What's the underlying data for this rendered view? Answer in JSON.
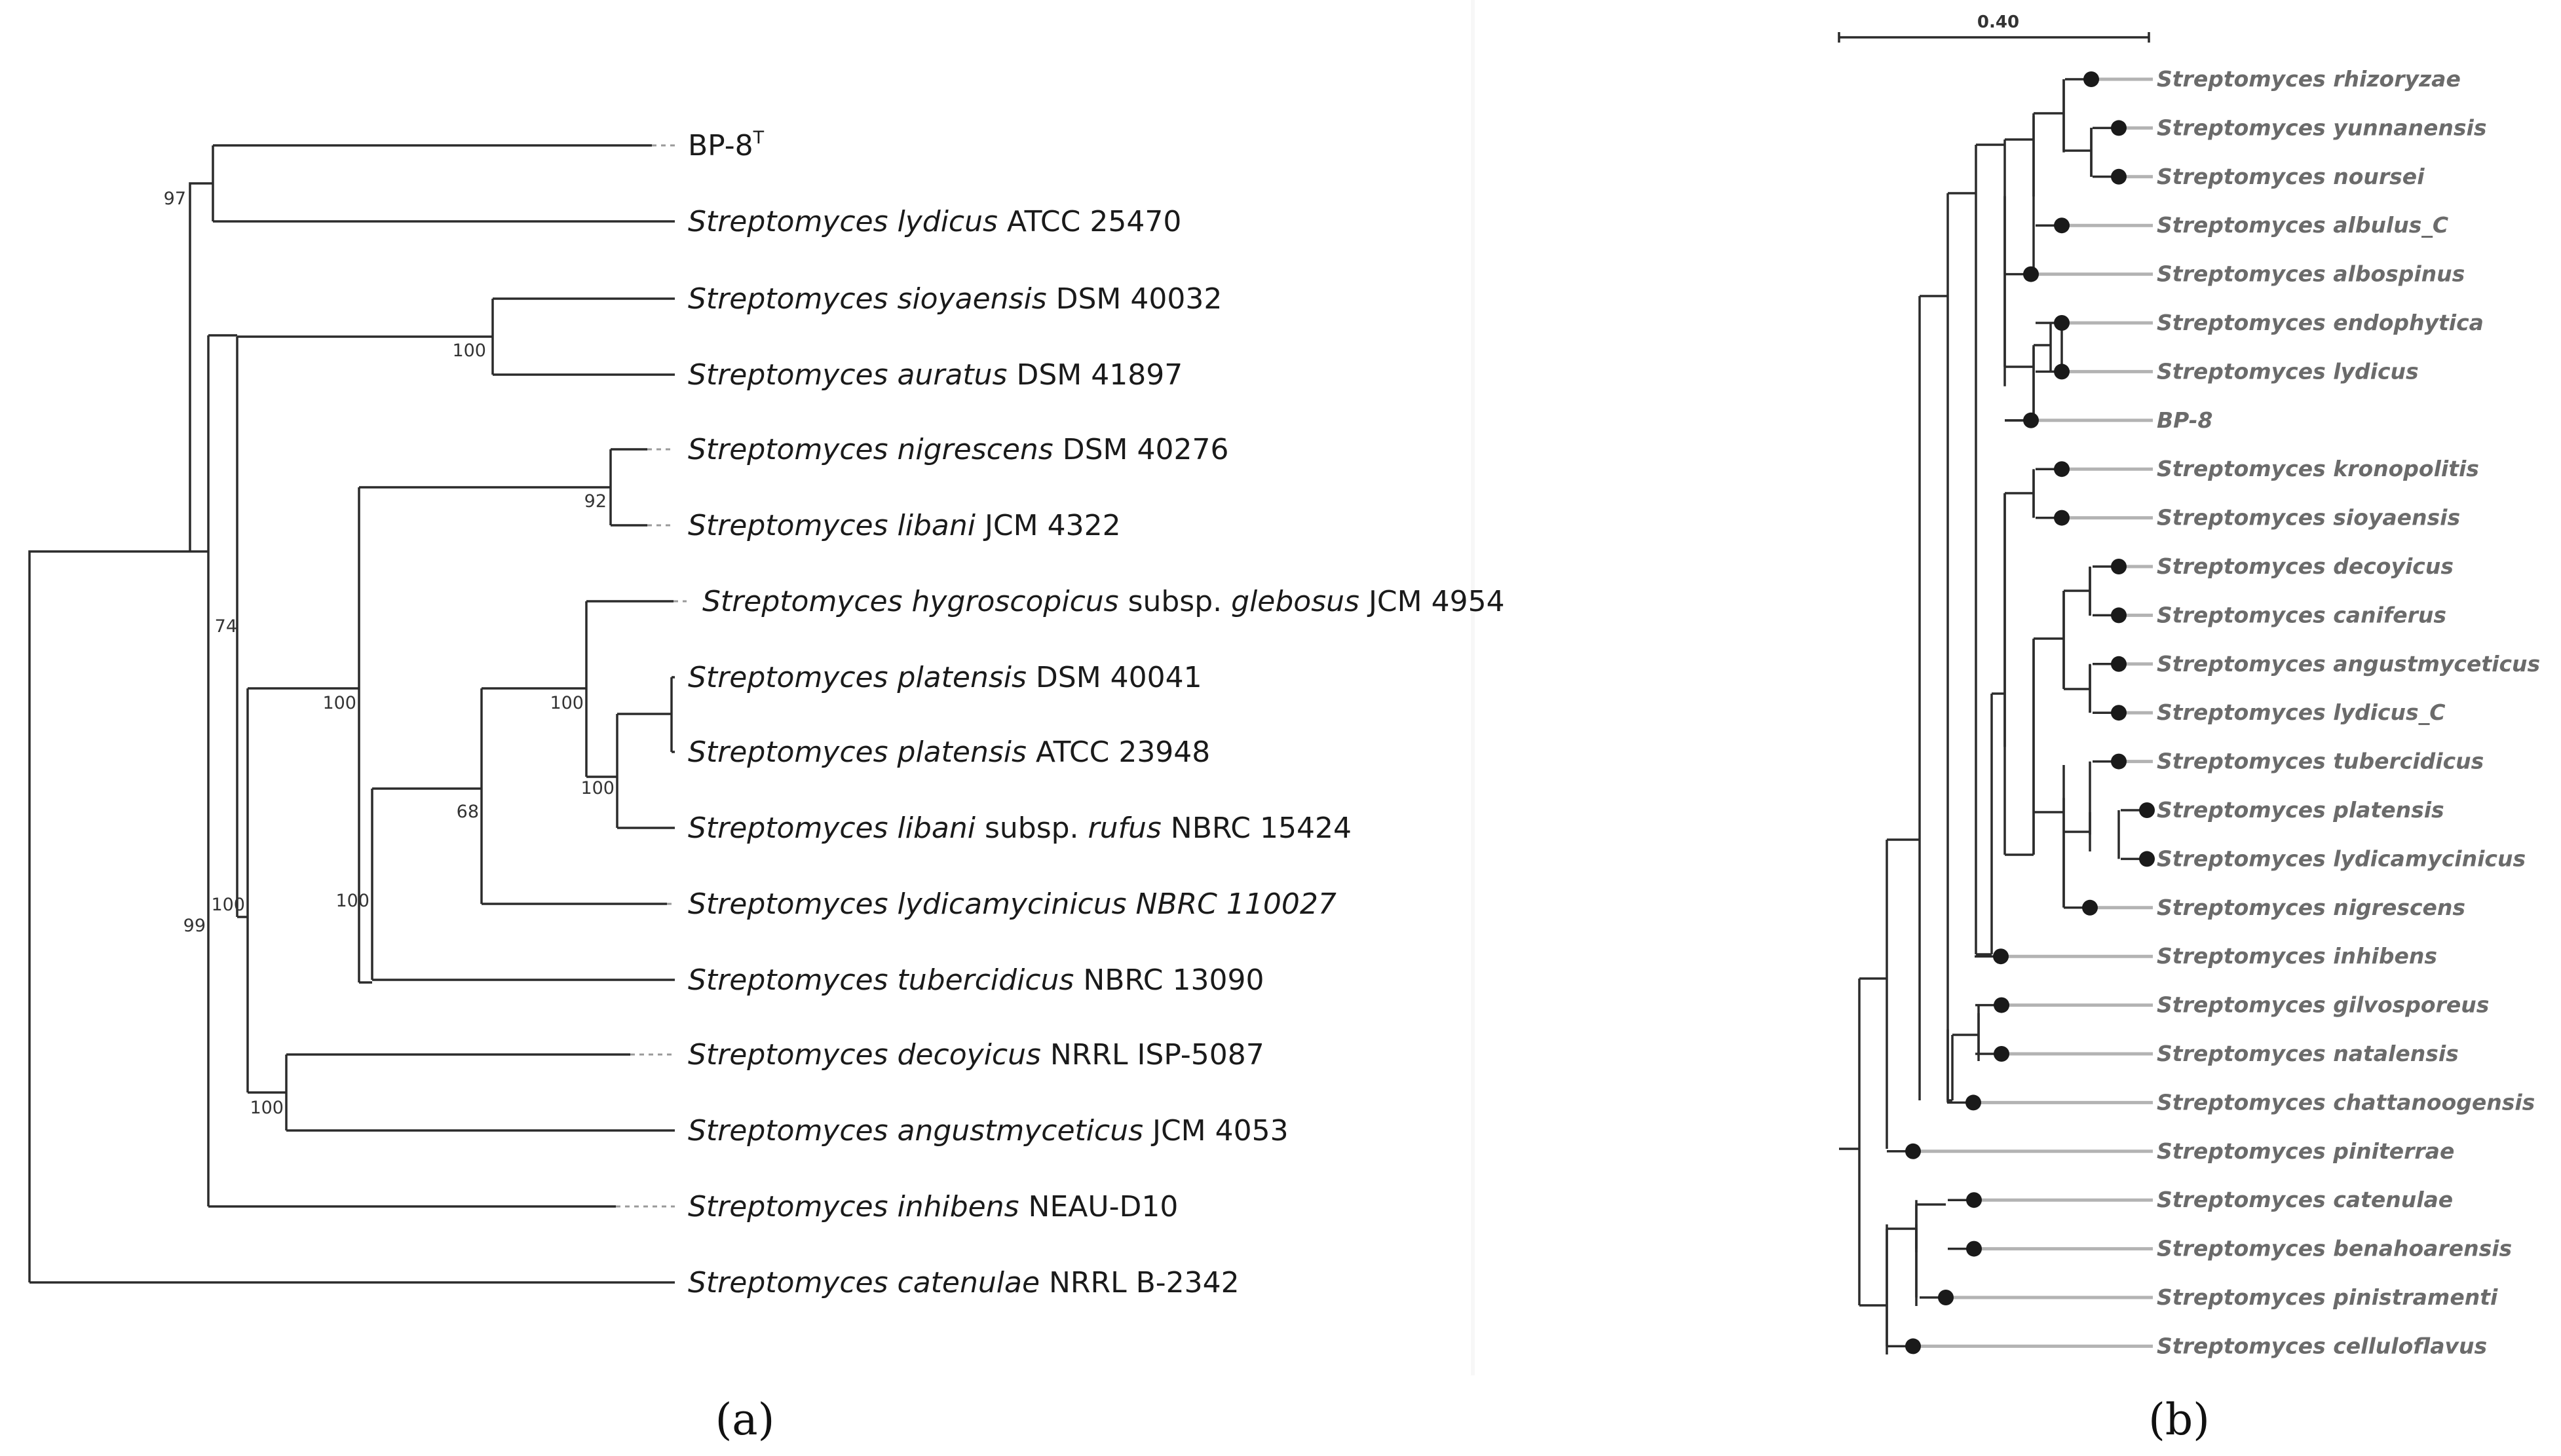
{
  "panel_a": {
    "caption": "(a)",
    "taxa": [
      {
        "id": "bp8",
        "parts": [
          {
            "t": "BP-8"
          },
          {
            "t": "T",
            "sup": true
          }
        ]
      },
      {
        "id": "lydicus",
        "parts": [
          {
            "t": "Streptomyces lydicus",
            "i": true
          },
          {
            "t": " ATCC 25470"
          }
        ]
      },
      {
        "id": "sioyaensis",
        "parts": [
          {
            "t": "Streptomyces sioyaensis",
            "i": true
          },
          {
            "t": " DSM 40032"
          }
        ]
      },
      {
        "id": "auratus",
        "parts": [
          {
            "t": "Streptomyces auratus",
            "i": true
          },
          {
            "t": " DSM 41897"
          }
        ]
      },
      {
        "id": "nigrescens",
        "parts": [
          {
            "t": "Streptomyces nigrescens",
            "i": true
          },
          {
            "t": "  DSM 40276"
          }
        ]
      },
      {
        "id": "libani",
        "parts": [
          {
            "t": "Streptomyces libani",
            "i": true
          },
          {
            "t": " JCM 4322"
          }
        ]
      },
      {
        "id": "hygro",
        "parts": [
          {
            "t": "Streptomyces hygroscopicus",
            "i": true
          },
          {
            "t": " subsp. "
          },
          {
            "t": "glebosus",
            "i": true
          },
          {
            "t": "  JCM 4954"
          }
        ]
      },
      {
        "id": "plat1",
        "parts": [
          {
            "t": "Streptomyces platensis",
            "i": true
          },
          {
            "t": " DSM 40041"
          }
        ]
      },
      {
        "id": "plat2",
        "parts": [
          {
            "t": "Streptomyces platensis",
            "i": true
          },
          {
            "t": " ATCC 23948"
          }
        ]
      },
      {
        "id": "rufus",
        "parts": [
          {
            "t": "Streptomyces libani",
            "i": true
          },
          {
            "t": " subsp. "
          },
          {
            "t": "rufus",
            "i": true
          },
          {
            "t": " NBRC 15424"
          }
        ]
      },
      {
        "id": "lydicamy",
        "parts": [
          {
            "t": "Streptomyces lydicamycinicus NBRC 110027",
            "i": true
          }
        ]
      },
      {
        "id": "tuberc",
        "parts": [
          {
            "t": "Streptomyces tubercidicus",
            "i": true
          },
          {
            "t": " NBRC 13090"
          }
        ]
      },
      {
        "id": "decoy",
        "parts": [
          {
            "t": "Streptomyces decoyicus",
            "i": true
          },
          {
            "t": " NRRL ISP-5087"
          }
        ]
      },
      {
        "id": "angust",
        "parts": [
          {
            "t": "Streptomyces angustmyceticus",
            "i": true
          },
          {
            "t": " JCM 4053"
          }
        ]
      },
      {
        "id": "inhib",
        "parts": [
          {
            "t": "Streptomyces inhibens",
            "i": true
          },
          {
            "t": " NEAU-D10"
          }
        ]
      },
      {
        "id": "caten",
        "parts": [
          {
            "t": "Streptomyces catenulae",
            "i": true
          },
          {
            "t": " NRRL B-2342"
          }
        ]
      }
    ],
    "bootstrap": [
      "97",
      "100",
      "92",
      "100",
      "100",
      "100",
      "68",
      "100",
      "74",
      "100",
      "99",
      "100"
    ]
  },
  "panel_b": {
    "caption": "(b)",
    "scale_label": "0.40",
    "taxa": [
      "Streptomyces rhizoryzae",
      "Streptomyces yunnanensis",
      "Streptomyces noursei",
      "Streptomyces albulus_C",
      "Streptomyces albospinus",
      "Streptomyces endophytica",
      "Streptomyces lydicus",
      "BP-8",
      "Streptomyces kronopolitis",
      "Streptomyces sioyaensis",
      "Streptomyces decoyicus",
      "Streptomyces caniferus",
      "Streptomyces angustmyceticus",
      "Streptomyces lydicus_C",
      "Streptomyces tubercidicus",
      "Streptomyces platensis",
      "Streptomyces lydicamycinicus",
      "Streptomyces nigrescens",
      "Streptomyces inhibens",
      "Streptomyces gilvosporeus",
      "Streptomyces natalensis",
      "Streptomyces chattanoogensis",
      "Streptomyces piniterrae",
      "Streptomyces catenulae",
      "Streptomyces benahoarensis",
      "Streptomyces pinistramenti",
      "Streptomyces celluloflavus"
    ]
  }
}
